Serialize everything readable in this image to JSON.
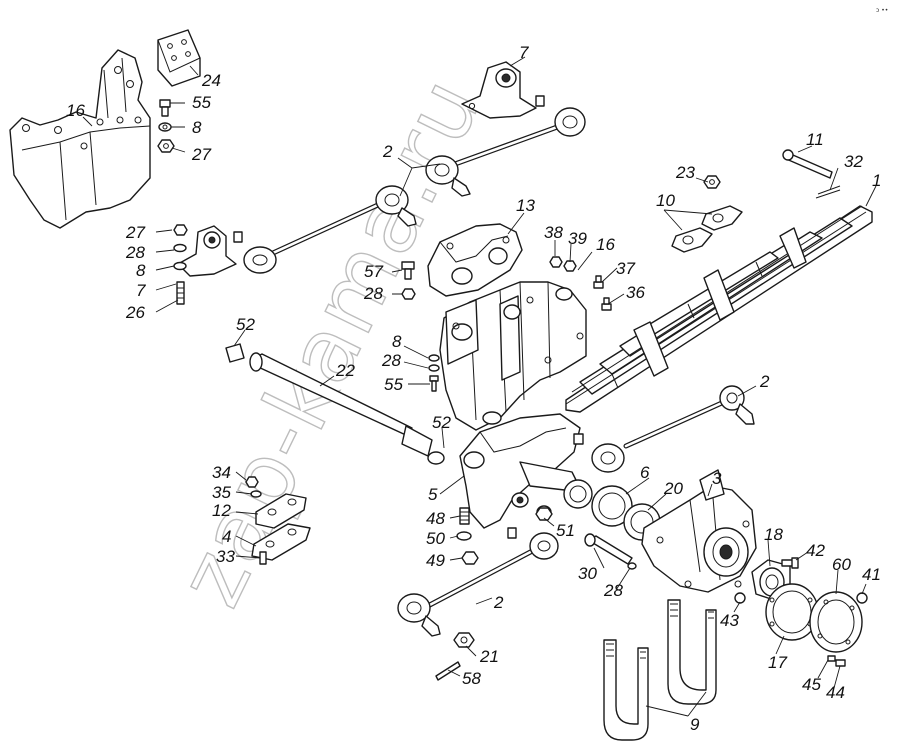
{
  "watermark": "zap-kama.ru",
  "corner_mark": "ↄ ••",
  "labels": [
    "1",
    "2",
    "2",
    "2",
    "2",
    "3",
    "4",
    "5",
    "6",
    "7",
    "7",
    "8",
    "8",
    "8",
    "9",
    "10",
    "11",
    "12",
    "13",
    "16",
    "16",
    "17",
    "18",
    "20",
    "21",
    "22",
    "23",
    "24",
    "26",
    "27",
    "27",
    "28",
    "28",
    "28",
    "28",
    "30",
    "32",
    "33",
    "34",
    "35",
    "36",
    "37",
    "38",
    "39",
    "41",
    "42",
    "43",
    "44",
    "45",
    "48",
    "49",
    "50",
    "51",
    "52",
    "52",
    "55",
    "55",
    "57",
    "58",
    "60"
  ]
}
